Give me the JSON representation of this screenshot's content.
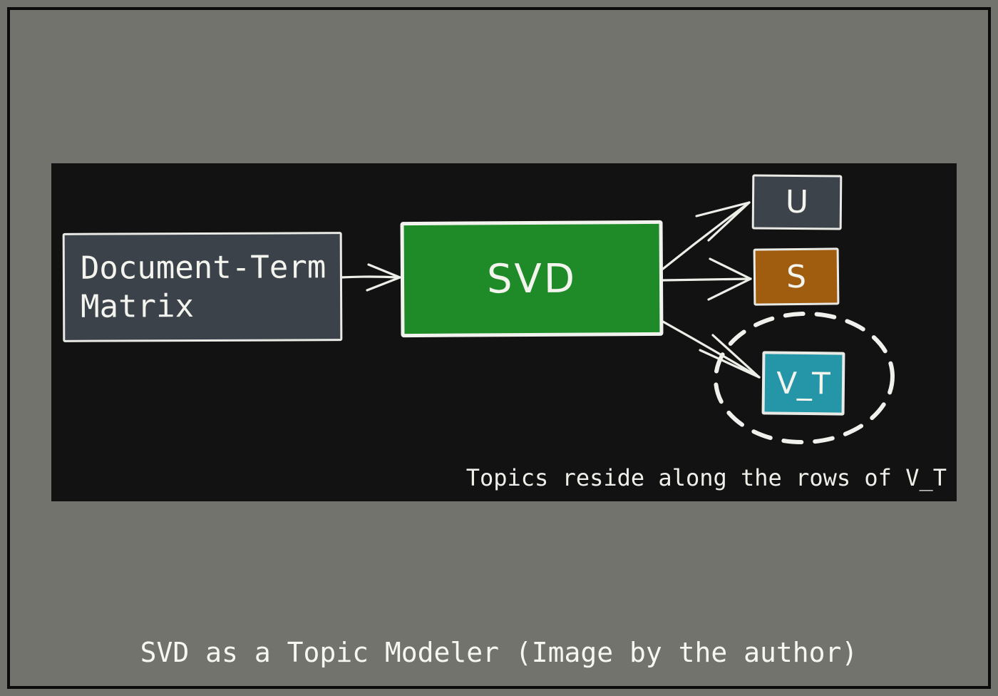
{
  "page": {
    "background_color": "#72736c",
    "frame_border_color": "#0b0b0b"
  },
  "caption": "SVD as a Topic Modeler (Image by the author)",
  "diagram": {
    "background_color": "#121212",
    "stroke_color": "#eceee8",
    "note": "Topics reside along the rows of V_T",
    "nodes": {
      "dtm": {
        "label_line1": "Document-Term",
        "label_line2": "Matrix",
        "fill": "#3b424a",
        "border": "#e9eae5"
      },
      "svd": {
        "label": "SVD",
        "fill": "#1f8a28",
        "border": "#f2f3ee"
      },
      "u": {
        "label": "U",
        "fill": "#3d434b",
        "border": "#e9eae5"
      },
      "s": {
        "label": "S",
        "fill": "#a05d10",
        "border": "#e9eae5"
      },
      "vt": {
        "label": "V_T",
        "fill": "#2596a8",
        "border": "#e9eae5"
      }
    }
  }
}
